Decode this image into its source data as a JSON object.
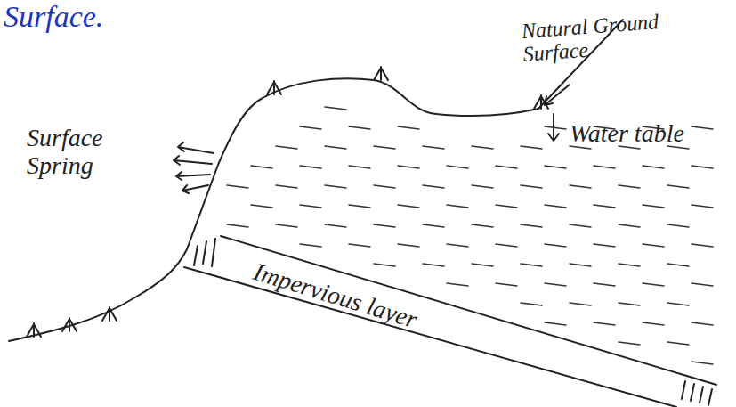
{
  "diagram": {
    "labels": [
      "Surface.",
      "Natural Ground Surface",
      "Surface Spring",
      "Water table",
      "Impervious layer"
    ]
  }
}
